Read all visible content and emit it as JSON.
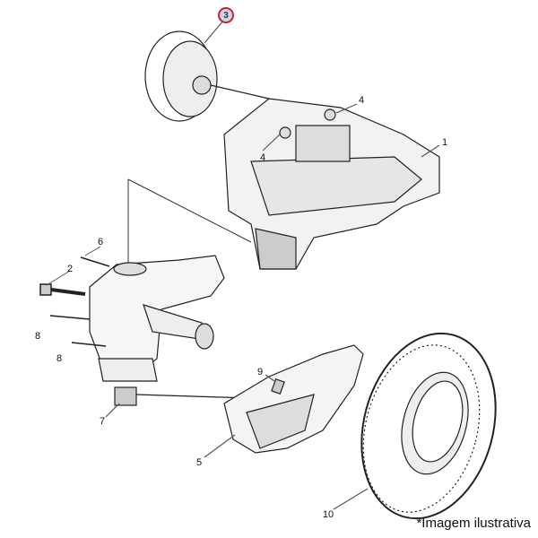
{
  "callouts": {
    "booster": "3",
    "nut_upper": "4",
    "nut_lower": "4",
    "caliper": "1",
    "bolt_top": "6",
    "bolt_main": "2",
    "bolt_a": "8",
    "bolt_b": "8",
    "sensor": "9",
    "bracket": "7",
    "shield": "5",
    "rotor": "10"
  },
  "caption": "*Imagem ilustrativa",
  "colors": {
    "callout_border": "#d0202a",
    "callout_fill": "#c9d6ea"
  }
}
